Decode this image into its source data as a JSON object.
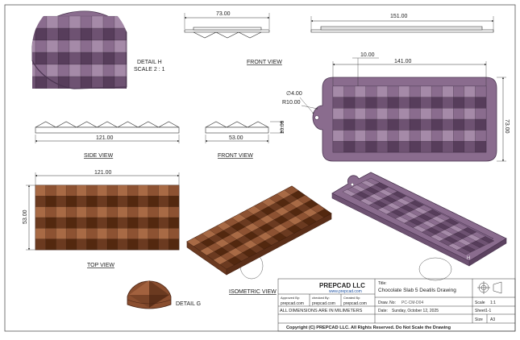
{
  "views": {
    "detail_h": [
      "DETAIL H",
      "SCALE 2 : 1"
    ],
    "front_view_top": "FRONT VIEW",
    "side_view": "SIDE VIEW",
    "front_view": "FRONT VIEW",
    "top_view": "TOP VIEW",
    "isometric_view": "ISOMETRIC VIEW",
    "detail_g": "DETAIL G",
    "callout_h": "H"
  },
  "dimensions": {
    "front_top_width": "73.00",
    "right_top_width": "151.00",
    "mold_inner_width": "141.00",
    "mold_offset": "10.00",
    "mold_height": "73.00",
    "hole_diameter": "∅4.00",
    "hole_radius": "R10.00",
    "side_width": "121.00",
    "front_width": "53.00",
    "front_height": "10.00",
    "top_width": "121.00",
    "top_height": "53.00"
  },
  "title_block": {
    "company": "PREPCAD LLC",
    "website": "www.prepcad.com",
    "approved_label": "Approved By:",
    "approved_value": "prepcad.com",
    "checked_label": "checked By:",
    "checked_value": "prepcad.com",
    "created_label": "Created By:",
    "created_value": "prepcad.com",
    "title_label": "Title:",
    "title_value": "Chocolate Slab 5 Deatils Drawing",
    "draw_no_label": "Draw. No:",
    "draw_no_value": "PC-CM-D04",
    "scale_label": "Scale",
    "scale_value": "1:1",
    "units_note": "ALL DIMENSIONS ARE IN MILIMETERS",
    "date_label": "Date:",
    "date_value": "Sunday, October 12, 2025",
    "sheet_value": "Sheet1-1",
    "size_label": "Size",
    "size_value": "A3",
    "copyright": "Copyright (C)  PREPCAD LLC. All Rights Reserved. Do Not Scale the Drawing"
  },
  "colors": {
    "chocolate": "#8a4e2f",
    "chocolate_dark": "#5a2e18",
    "mold": "#8a6c8e",
    "mold_dark": "#5c4260",
    "line": "#333333"
  }
}
